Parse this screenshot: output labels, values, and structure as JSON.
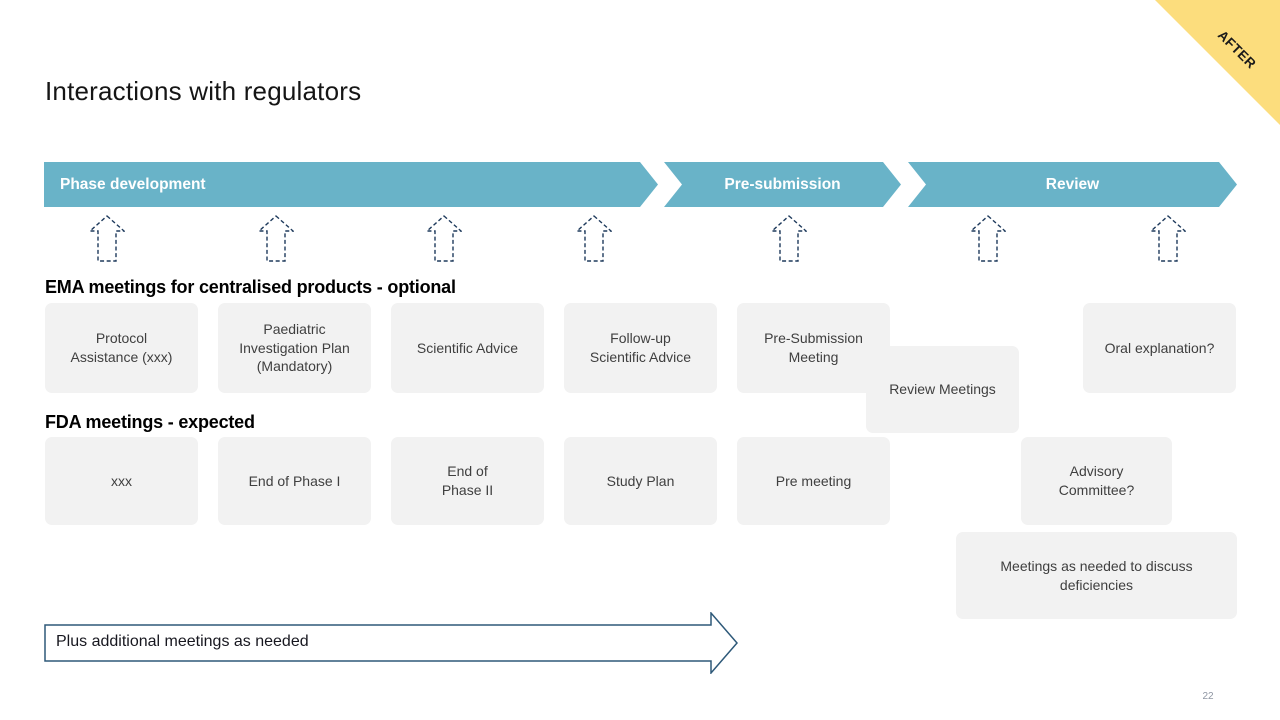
{
  "slide": {
    "title": "Interactions with regulators",
    "badge": "AFTER",
    "page_number": "22"
  },
  "timeline": {
    "phases": [
      {
        "label": "Phase development"
      },
      {
        "label": "Pre-submission"
      },
      {
        "label": "Review"
      }
    ]
  },
  "ema": {
    "heading": "EMA meetings for centralised products - optional",
    "boxes": [
      {
        "label": "Protocol\nAssistance (xxx)"
      },
      {
        "label": "Paediatric\nInvestigation Plan\n(Mandatory)"
      },
      {
        "label": "Scientific Advice"
      },
      {
        "label": "Follow-up\nScientific Advice"
      },
      {
        "label": "Pre-Submission\nMeeting"
      },
      {
        "label": "Review Meetings"
      },
      {
        "label": "Oral explanation?"
      }
    ]
  },
  "fda": {
    "heading": "FDA meetings - expected",
    "boxes": [
      {
        "label": "xxx"
      },
      {
        "label": "End of Phase I"
      },
      {
        "label": "End of\nPhase II"
      },
      {
        "label": "Study Plan"
      },
      {
        "label": "Pre meeting"
      },
      {
        "label": "Advisory\nCommittee?"
      },
      {
        "label": "Meetings as needed to discuss\ndeficiencies"
      }
    ]
  },
  "footer": {
    "arrow_label": "Plus additional meetings as needed"
  },
  "colors": {
    "phase_teal": "#69b3c8",
    "badge_yellow": "#fcdd7d",
    "box_gray": "#f2f2f2",
    "dashed_arrow_navy": "#1e3a5c",
    "outline_arrow_blue": "#2e5979"
  }
}
